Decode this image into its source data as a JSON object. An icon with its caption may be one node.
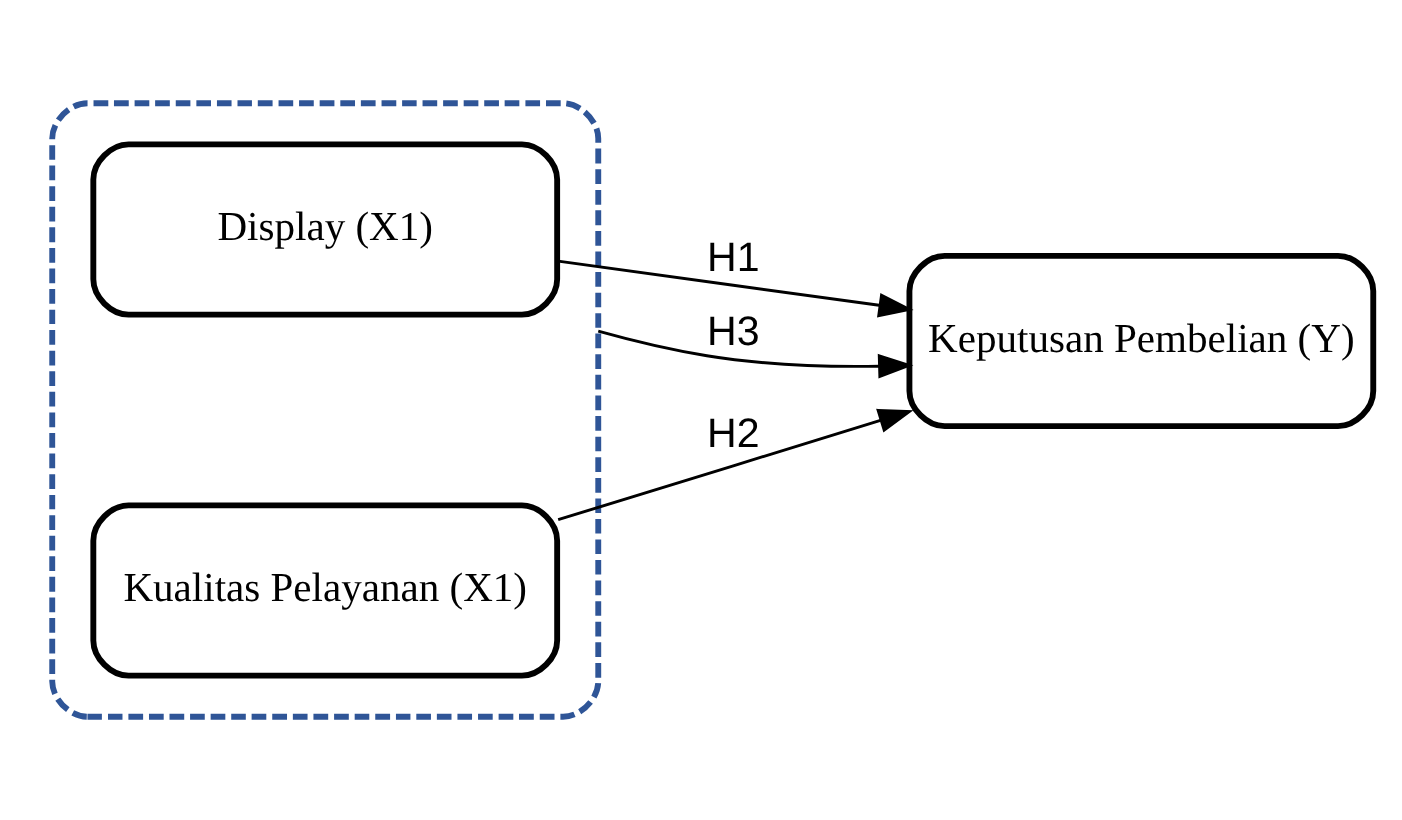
{
  "diagram": {
    "nodes": [
      {
        "text": [],
        "shape": "box"
      },
      {
        "text": [
          "Display (X1)"
        ],
        "in": 0
      },
      {
        "text": [
          "Kualitas Pelayanan (X1)"
        ],
        "in": 0
      },
      {
        "text": [
          "Keputusan Pembelian (Y)"
        ]
      }
    ],
    "edges": [
      {
        "from": 1,
        "to": 3,
        "arrow": "to",
        "label": "H1"
      },
      {
        "from": 2,
        "to": 3,
        "arrow": "to",
        "label": "H2"
      },
      {
        "from": 0,
        "to": 3,
        "arrow": "to",
        "label": "H3"
      }
    ]
  }
}
